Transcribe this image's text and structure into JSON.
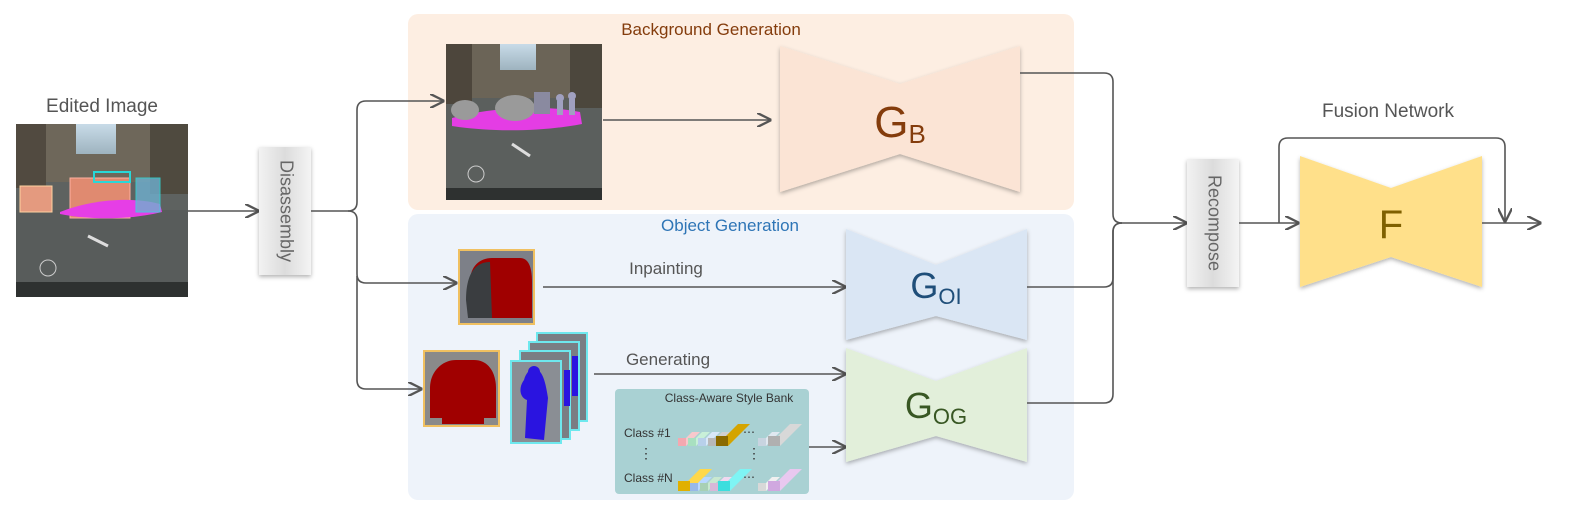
{
  "edited_image": {
    "label": "Edited Image"
  },
  "disassembly": {
    "label": "Disassembly"
  },
  "recompose": {
    "label": "Recompose"
  },
  "background_generation": {
    "title": "Background Generation",
    "generator": {
      "main": "G",
      "sub": "B"
    }
  },
  "object_generation": {
    "title": "Object Generation",
    "inpainting_label": "Inpainting",
    "generating_label": "Generating",
    "generator_oi": {
      "main": "G",
      "sub": "OI"
    },
    "generator_og": {
      "main": "G",
      "sub": "OG"
    },
    "style_bank": {
      "title": "Class-Aware Style Bank",
      "row_first": "Class #1",
      "row_last": "Class #N",
      "vdots": "⋮",
      "hdots": "⋯"
    }
  },
  "fusion": {
    "title": "Fusion Network",
    "generator": {
      "main": "F"
    }
  },
  "colors": {
    "bg_panel": "#fdeee2",
    "obj_panel": "#eef3fa",
    "gb_fill": "#fbe4d5",
    "goi_fill": "#dae6f4",
    "gog_fill": "#e2efda",
    "f_fill": "#ffe08a",
    "gb_text": "#843c0c",
    "goi_text": "#1f4e79",
    "gog_text": "#385723",
    "f_text": "#7f6000",
    "bg_title": "#843c0c",
    "obj_title": "#2e75b6",
    "arrow": "#555555",
    "style_bank_bg": "#a9d1d3"
  }
}
